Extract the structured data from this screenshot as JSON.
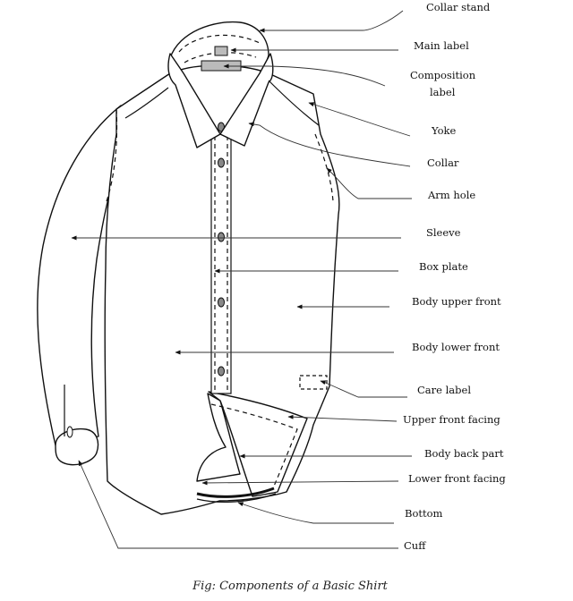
{
  "labels": {
    "collar_stand": "Collar stand",
    "main_label": "Main label",
    "composition_label_line1": "Composition",
    "composition_label_line2": "label",
    "yoke": "Yoke",
    "collar": "Collar",
    "arm_hole": "Arm hole",
    "sleeve": "Sleeve",
    "box_plate": "Box plate",
    "body_upper_front": "Body upper front",
    "body_lower_front": "Body lower front",
    "care_label": "Care label",
    "upper_front_facing": "Upper front facing",
    "body_back_part": "Body back part",
    "lower_front_facing": "Lower front facing",
    "bottom": "Bottom",
    "cuff": "Cuff"
  },
  "caption": "Fig: Components of a Basic Shirt"
}
